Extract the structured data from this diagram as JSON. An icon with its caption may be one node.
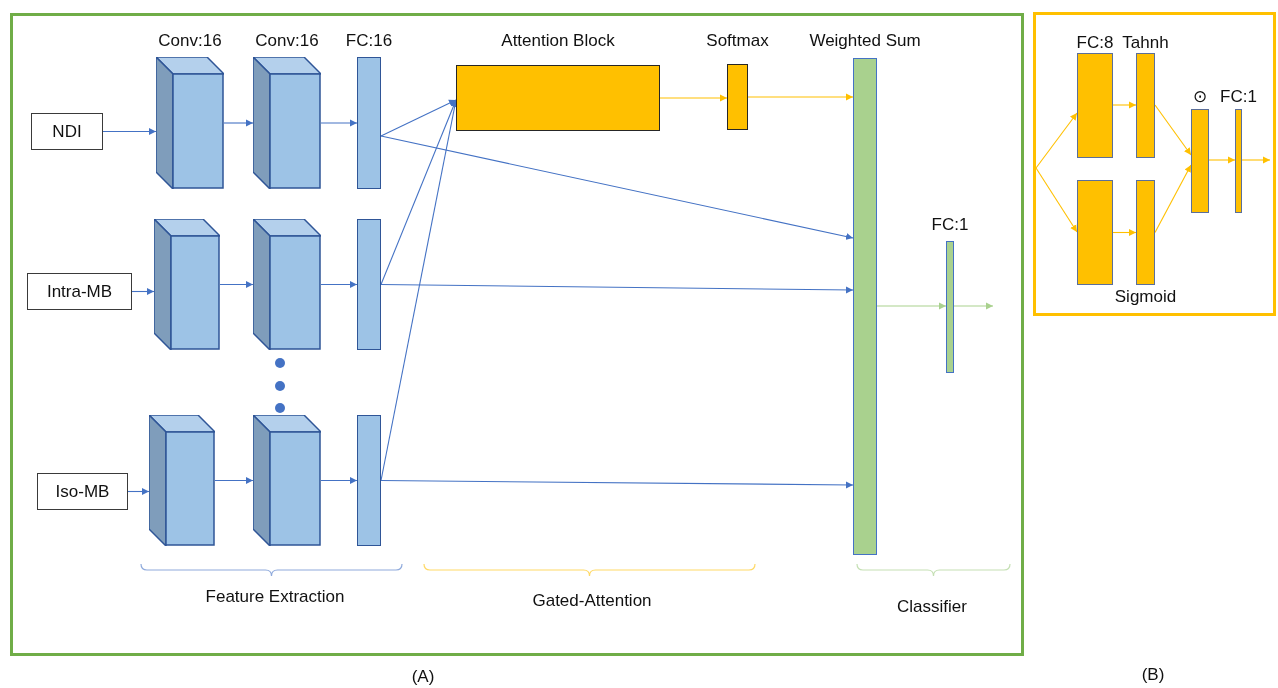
{
  "diagram": {
    "nodes": [
      {
        "text": [],
        "shape": "box"
      },
      {
        "text": [
          "NDI"
        ],
        "in": 0
      },
      {
        "text": [
          "Conv:16"
        ],
        "in": 0
      },
      {
        "text": [
          "Conv:16"
        ],
        "in": 0
      },
      {
        "text": [
          "FC:16"
        ],
        "in": 0
      },
      {
        "text": [
          "Attention Block"
        ],
        "in": 0
      },
      {
        "text": [
          "Softmax"
        ],
        "in": 0
      },
      {
        "text": [
          "Weighted Sum"
        ],
        "in": 0
      },
      {
        "text": [
          "FC:1"
        ],
        "in": 0
      },
      {
        "text": [
          "Intra-MB"
        ],
        "in": 0
      },
      {
        "text": [],
        "shape": "box",
        "in": 0
      },
      {
        "text": [],
        "shape": "box",
        "in": 0
      },
      {
        "text": [],
        "shape": "bar",
        "in": 0
      },
      {
        "text": [
          "Iso-MB"
        ],
        "in": 0
      },
      {
        "text": [],
        "shape": "box",
        "in": 0
      },
      {
        "text": [],
        "shape": "box",
        "in": 0
      },
      {
        "text": [],
        "shape": "bar",
        "in": 0
      },
      {
        "text": [],
        "shape": "box"
      },
      {
        "text": [
          "FC:8"
        ],
        "in": 17
      },
      {
        "text": [
          "Tahnh"
        ],
        "in": 17
      },
      {
        "text": [],
        "shape": "bar",
        "in": 17
      },
      {
        "text": [
          "Sigmoid"
        ],
        "in": 17
      },
      {
        "text": [
          "⊙"
        ],
        "in": 17
      },
      {
        "text": [
          "FC:1"
        ],
        "in": 17
      }
    ],
    "edges": [
      {
        "from": 1,
        "to": 2,
        "arrow": "to"
      },
      {
        "from": 2,
        "to": 3,
        "arrow": "to"
      },
      {
        "from": 3,
        "to": 4,
        "arrow": "to"
      },
      {
        "from": 4,
        "to": 5,
        "arrow": "to"
      },
      {
        "from": 4,
        "to": 7,
        "arrow": "to"
      },
      {
        "from": 5,
        "to": 6,
        "arrow": "to",
        "color": "#ffc000"
      },
      {
        "from": 6,
        "to": 7,
        "arrow": "to",
        "color": "#ffc000"
      },
      {
        "from": 9,
        "to": 10,
        "arrow": "to"
      },
      {
        "from": 10,
        "to": 11,
        "arrow": "to"
      },
      {
        "from": 11,
        "to": 12,
        "arrow": "to"
      },
      {
        "from": 12,
        "to": 5,
        "arrow": "to"
      },
      {
        "from": 12,
        "to": 7,
        "arrow": "to"
      },
      {
        "from": 13,
        "to": 14,
        "arrow": "to"
      },
      {
        "from": 14,
        "to": 15,
        "arrow": "to"
      },
      {
        "from": 15,
        "to": 16,
        "arrow": "to"
      },
      {
        "from": 16,
        "to": 5,
        "arrow": "to"
      },
      {
        "from": 16,
        "to": 7,
        "arrow": "to"
      },
      {
        "from": 7,
        "to": 8,
        "arrow": "to",
        "color": "#a9d18e"
      },
      {
        "from": 8,
        "to": null,
        "arrow": "to",
        "color": "#a9d18e"
      },
      {
        "from": null,
        "to": 18,
        "arrow": "to",
        "color": "#ffc000"
      },
      {
        "from": null,
        "to": 20,
        "arrow": "to",
        "color": "#ffc000"
      },
      {
        "from": 18,
        "to": 19,
        "arrow": "to",
        "color": "#ffc000"
      },
      {
        "from": 20,
        "to": 21,
        "arrow": "to",
        "color": "#ffc000"
      },
      {
        "from": 19,
        "to": 22,
        "arrow": "to",
        "color": "#ffc000"
      },
      {
        "from": 21,
        "to": 22,
        "arrow": "to",
        "color": "#ffc000"
      },
      {
        "from": 22,
        "to": 23,
        "arrow": "to",
        "color": "#ffc000"
      },
      {
        "from": 23,
        "to": null,
        "arrow": "to",
        "color": "#ffc000"
      }
    ],
    "labels": [
      "Feature Extraction",
      "Gated-Attention",
      "Classifier",
      "(A)",
      "(B)"
    ]
  }
}
